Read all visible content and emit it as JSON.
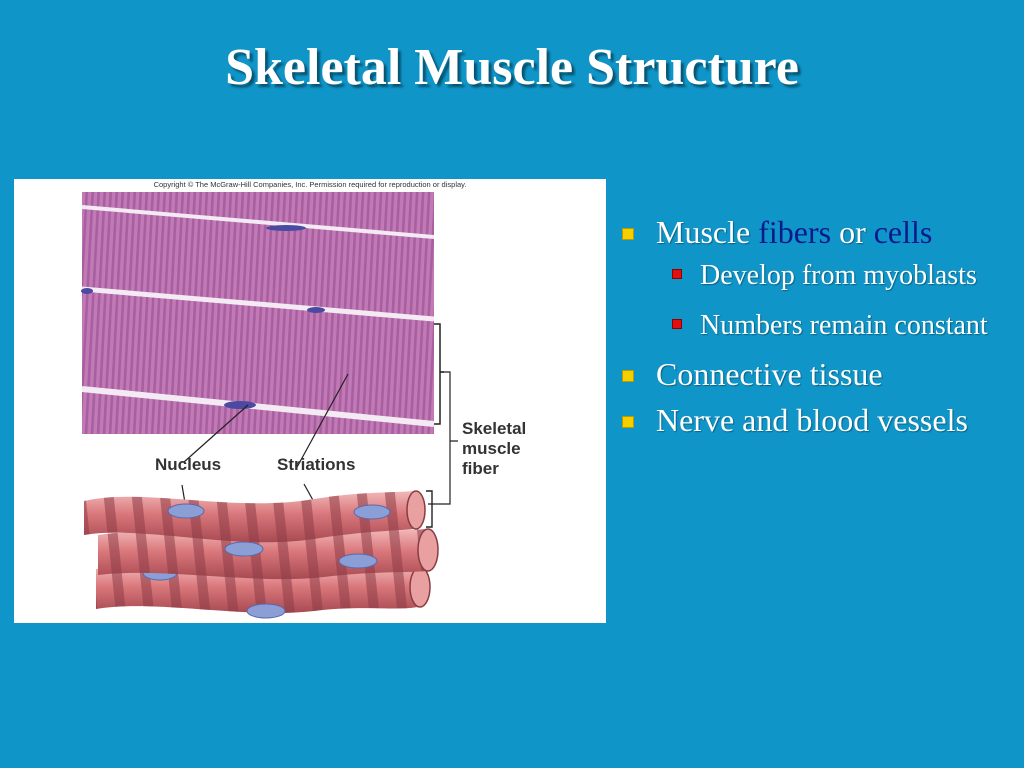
{
  "slide": {
    "title": "Skeletal Muscle Structure"
  },
  "figure": {
    "copyright": "Copyright © The McGraw-Hill Companies, Inc. Permission required for reproduction or display.",
    "labels": {
      "nucleus": "Nucleus",
      "striations": "Striations",
      "fiber_line1": "Skeletal",
      "fiber_line2": "muscle",
      "fiber_line3": "fiber"
    }
  },
  "bullets": [
    {
      "prefix": "Muscle ",
      "highlight1": "fibers",
      "middle": " or ",
      "highlight2": "cells",
      "children": [
        "Develop from myoblasts",
        "Numbers remain constant"
      ]
    },
    {
      "text": "Connective tissue"
    },
    {
      "text": "Nerve and blood vessels"
    }
  ],
  "colors": {
    "background": "#0f95c8",
    "level1_marker": "#f5d000",
    "level2_marker": "#e01010",
    "highlight_text": "#0a1a8c"
  }
}
